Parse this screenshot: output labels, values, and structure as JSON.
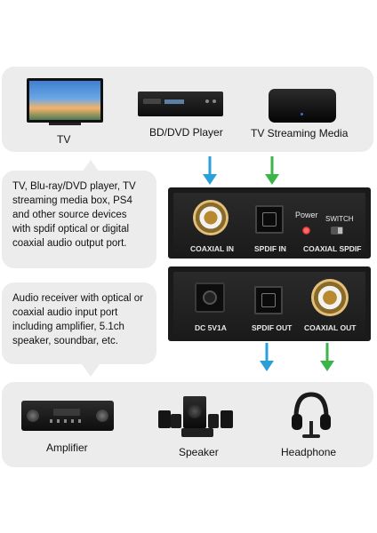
{
  "sources": {
    "tv_label": "TV",
    "player_label": "BD/DVD Player",
    "streaming_label": "TV Streaming Media"
  },
  "input_desc": "TV, Blu-ray/DVD player, TV streaming media box, PS4 and other source devices with spdif optical or digital coaxial audio output port.",
  "output_desc": "Audio receiver with optical or coaxial audio input port including amplifier, 5.1ch speaker, soundbar, etc.",
  "input_panel": {
    "coax_in": "COAXIAL IN",
    "spdif_in": "SPDIF IN",
    "power": "Power",
    "switch": "SWITCH",
    "switch_sub": "COAXIAL SPDIF"
  },
  "output_panel": {
    "dc": "DC 5V1A",
    "spdif_out": "SPDIF OUT",
    "coax_out": "COAXIAL OUT"
  },
  "outputs": {
    "amp_label": "Amplifier",
    "speaker_label": "Speaker",
    "headphone_label": "Headphone"
  },
  "colors": {
    "blue_arrow": "#2a9fd8",
    "green_arrow": "#3bb54a"
  }
}
